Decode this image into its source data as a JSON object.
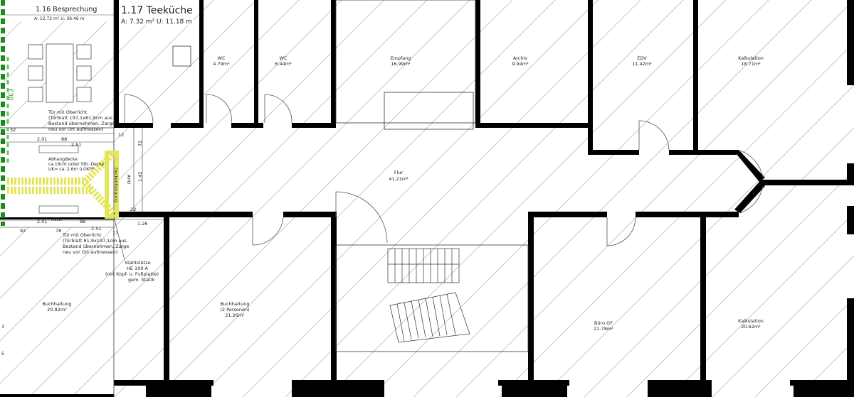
{
  "header": {
    "left_room_title": "1.16 Besprechung",
    "left_room_sub": "A: 12.72 m²   U: 36.46 m",
    "main_room_title": "1.17 Teeküche",
    "main_room_sub": "A: 7.32 m²  U: 11.18 m"
  },
  "rooms": {
    "wc1": {
      "name": "WC",
      "area": "4.79m²"
    },
    "wc2": {
      "name": "WC",
      "area": "6.44m²"
    },
    "empfang": {
      "name": "Empfang",
      "area": "16.99m²"
    },
    "archiv": {
      "name": "Archiv",
      "area": "9.94m²"
    },
    "edv": {
      "name": "EDV",
      "area": "11.42m²"
    },
    "kalk_top": {
      "name": "Kalkulation",
      "area": "18.71m²"
    },
    "flur": {
      "name": "Flur",
      "area": "41.21m²"
    },
    "buch1": {
      "name": "Buchhaltung",
      "area": "20.82m²"
    },
    "buch2": {
      "name": "Buchhaltung",
      "sub": "(2 Personen)",
      "area": "21.26m²"
    },
    "buero": {
      "name": "Büro GF",
      "area": "21.78m²"
    },
    "kalk_bot": {
      "name": "Kalkulation",
      "area": "20.62m²"
    }
  },
  "annotations": {
    "door_top": [
      "Tür mit Oberlicht",
      "(Türblatt 197,1x81,9cm aus",
      "Bestand übernehmen, Zarge",
      "neu vor Ort aufmessen)"
    ],
    "door_bottom": [
      "Tür mit Oberlicht",
      "(Türblatt 81,9x197,1cm aus",
      "Bestand übernehmen, Zarge",
      "neu vor Ort aufmessen)"
    ],
    "ceiling": [
      "Abhangdecke",
      "ca.16cm unter Stb.-Decke",
      "UK= ca. 2,6m ü.OKFF"
    ],
    "steel": [
      "Stahlstütze",
      "HE 100 A",
      "(mit Kopf- u. Fußplatte)",
      "gem. Statik"
    ],
    "fire": "F30",
    "hwk": "HWK",
    "corridor_note": "Deckenhängung",
    "corridor_note2": "AHU",
    "dims": [
      "32",
      "2.01",
      "88",
      "2.51",
      "92",
      "78",
      "2.01",
      "88",
      "2.51",
      "1.26",
      "12",
      "72",
      "1.42",
      "22",
      "17",
      "5",
      "3"
    ]
  }
}
